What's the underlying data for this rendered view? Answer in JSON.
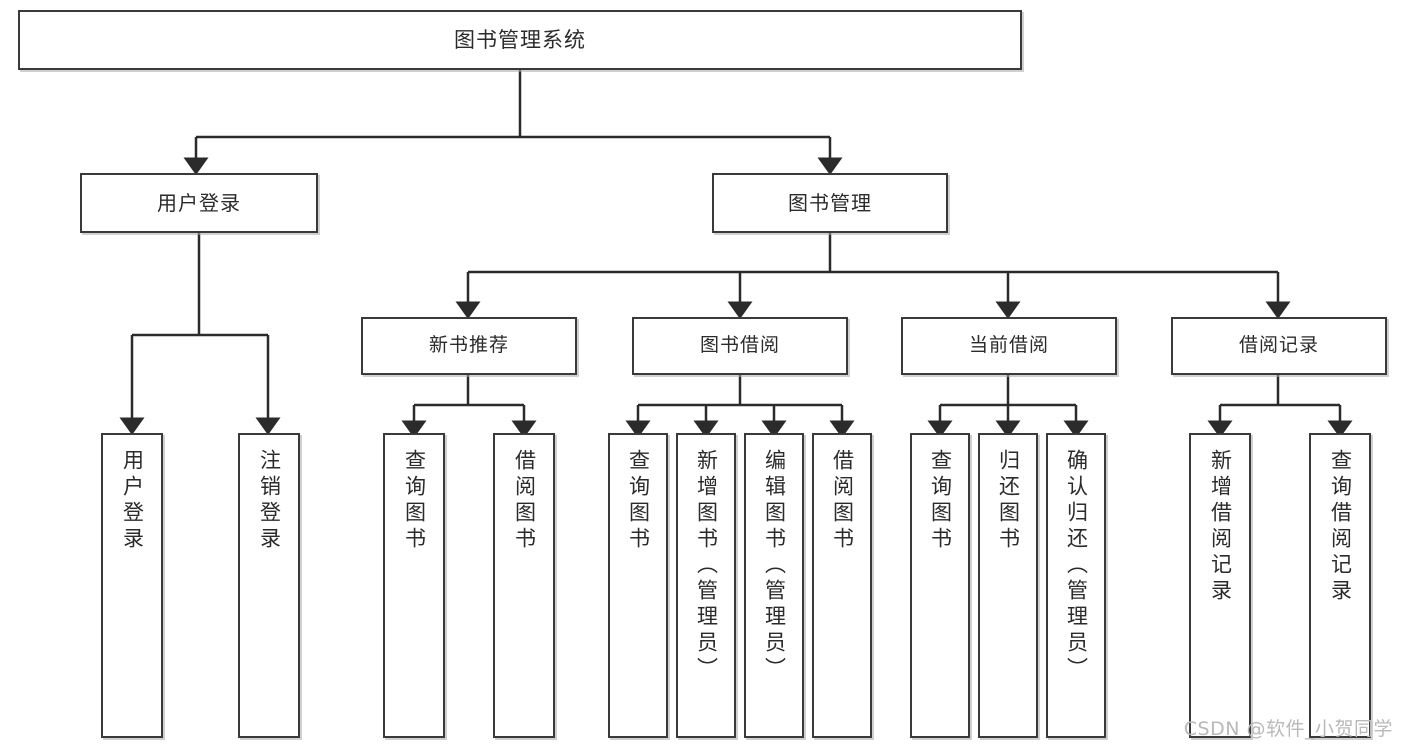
{
  "diagram": {
    "type": "tree",
    "title": "图书管理系统",
    "orientation": "top-down",
    "colors": {
      "background": "#ffffff",
      "node_border": "#3a3a3a",
      "node_fill": "#ffffff",
      "edge": "#2b2b2b",
      "text": "#2b2b2b",
      "watermark": "#b9b9b9"
    }
  },
  "watermark": {
    "text": "CSDN @软件_小贺同学"
  },
  "nodes": {
    "root": {
      "id": "root",
      "label": "图书管理系统",
      "level": 1
    },
    "level2": [
      {
        "id": "user-login",
        "label": "用户登录",
        "level": 2
      },
      {
        "id": "book-management",
        "label": "图书管理",
        "level": 2
      }
    ],
    "level3": [
      {
        "id": "new-book-recommend",
        "label": "新书推荐",
        "level": 3,
        "parent": "book-management"
      },
      {
        "id": "book-borrow",
        "label": "图书借阅",
        "level": 3,
        "parent": "book-management"
      },
      {
        "id": "current-borrow",
        "label": "当前借阅",
        "level": 3,
        "parent": "book-management"
      },
      {
        "id": "borrow-record",
        "label": "借阅记录",
        "level": 3,
        "parent": "book-management"
      }
    ],
    "leaves": [
      {
        "id": "leaf-user-login",
        "label": "用户登录",
        "parent": "user-login"
      },
      {
        "id": "leaf-user-logout",
        "label": "注销登录",
        "parent": "user-login"
      },
      {
        "id": "leaf-query-book-1",
        "label": "查询图书",
        "parent": "new-book-recommend"
      },
      {
        "id": "leaf-borrow-book-1",
        "label": "借阅图书",
        "parent": "new-book-recommend"
      },
      {
        "id": "leaf-query-book-2",
        "label": "查询图书",
        "parent": "book-borrow"
      },
      {
        "id": "leaf-add-book",
        "label": "新增图书（管理员）",
        "parent": "book-borrow"
      },
      {
        "id": "leaf-edit-book",
        "label": "编辑图书（管理员）",
        "parent": "book-borrow"
      },
      {
        "id": "leaf-borrow-book-2",
        "label": "借阅图书",
        "parent": "book-borrow"
      },
      {
        "id": "leaf-query-book-3",
        "label": "查询图书",
        "parent": "current-borrow"
      },
      {
        "id": "leaf-return-book",
        "label": "归还图书",
        "parent": "current-borrow"
      },
      {
        "id": "leaf-confirm-return",
        "label": "确认归还（管理员）",
        "parent": "current-borrow"
      },
      {
        "id": "leaf-add-record",
        "label": "新增借阅记录",
        "parent": "borrow-record"
      },
      {
        "id": "leaf-query-record",
        "label": "查询借阅记录",
        "parent": "borrow-record"
      }
    ]
  }
}
